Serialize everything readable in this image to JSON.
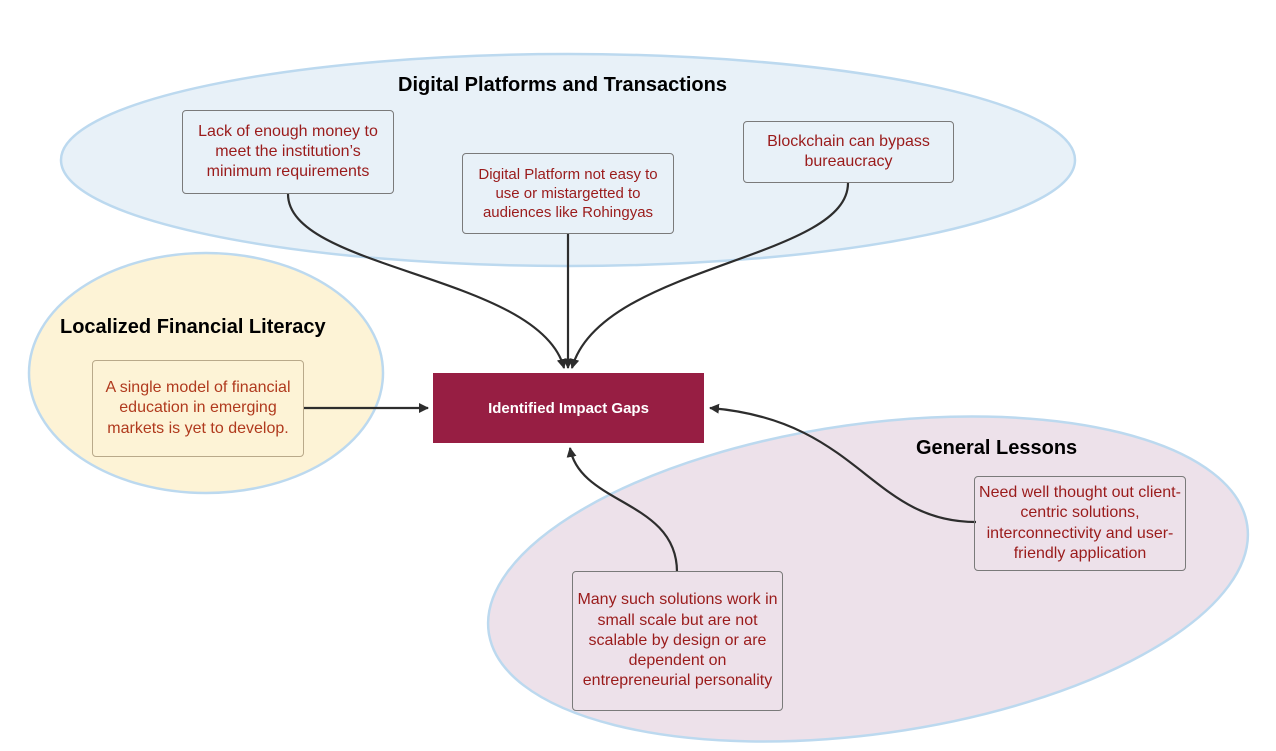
{
  "diagram": {
    "center": {
      "label": "Identified Impact Gaps"
    },
    "clusters": {
      "digital": {
        "title": "Digital Platforms and Transactions",
        "fill": "#e8f1f8",
        "stroke": "#bcd9ef",
        "items": [
          "Lack of enough money to meet the institution’s minimum requirements",
          "Digital Platform not  easy to use or mistargetted to audiences like Rohingyas",
          "Blockchain can bypass bureaucracy"
        ]
      },
      "literacy": {
        "title": "Localized Financial Literacy",
        "fill": "#fdf3d6",
        "stroke": "#bcd9ef",
        "items": [
          "A single model of financial education in emerging markets is yet to develop."
        ]
      },
      "lessons": {
        "title": "General Lessons",
        "fill": "#ede1ea",
        "stroke": "#bcd9ef",
        "items": [
          "Need well thought out client-centric solutions, interconnectivity and user-friendly application",
          "Many such solutions work in small scale but are not scalable by design or are dependent on entrepreneurial personality"
        ]
      }
    },
    "colors": {
      "center_fill": "#971e43",
      "box_text": "#9a1b1b",
      "arrow": "#2d2d2d"
    }
  }
}
